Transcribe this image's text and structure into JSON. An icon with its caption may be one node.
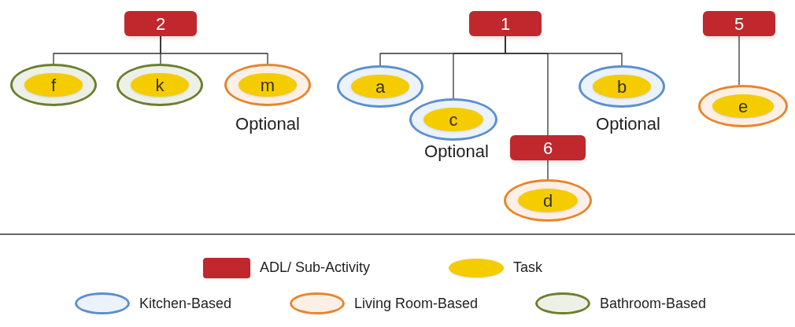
{
  "diagram": {
    "nodes": [
      {
        "text": [
          "2"
        ]
      },
      {
        "text": [
          "f"
        ]
      },
      {
        "text": [
          "k"
        ]
      },
      {
        "text": [
          "m"
        ],
        "beside": [
          "Optional"
        ]
      },
      {
        "text": [
          "1"
        ]
      },
      {
        "text": [
          "a"
        ]
      },
      {
        "text": [
          "c"
        ],
        "beside": [
          "Optional"
        ]
      },
      {
        "text": [
          "6"
        ]
      },
      {
        "text": [
          "b"
        ],
        "beside": [
          "Optional"
        ]
      },
      {
        "text": [
          "d"
        ]
      },
      {
        "text": [
          "5"
        ]
      },
      {
        "text": [
          "e"
        ]
      }
    ],
    "edges": [
      {
        "from": 0,
        "to": 1,
        "arrow": "none"
      },
      {
        "from": 0,
        "to": 2,
        "arrow": "none"
      },
      {
        "from": 0,
        "to": 3,
        "arrow": "none"
      },
      {
        "from": 4,
        "to": 5,
        "arrow": "none"
      },
      {
        "from": 4,
        "to": 6,
        "arrow": "none"
      },
      {
        "from": 4,
        "to": 7,
        "arrow": "none"
      },
      {
        "from": 4,
        "to": 8,
        "arrow": "none"
      },
      {
        "from": 7,
        "to": 9,
        "arrow": "none"
      },
      {
        "from": 10,
        "to": 11,
        "arrow": "none"
      }
    ],
    "legend": [
      {
        "text": "ADL/ Sub-Activity",
        "color": "#c0282d"
      },
      {
        "text": "Task",
        "color": "#f5cc00"
      },
      {
        "text": "Kitchen-Based",
        "color": "#5b8fd0"
      },
      {
        "text": "Living Room-Based",
        "color": "#e8852c"
      },
      {
        "text": "Bathroom-Based",
        "color": "#6b7f2e"
      }
    ]
  }
}
